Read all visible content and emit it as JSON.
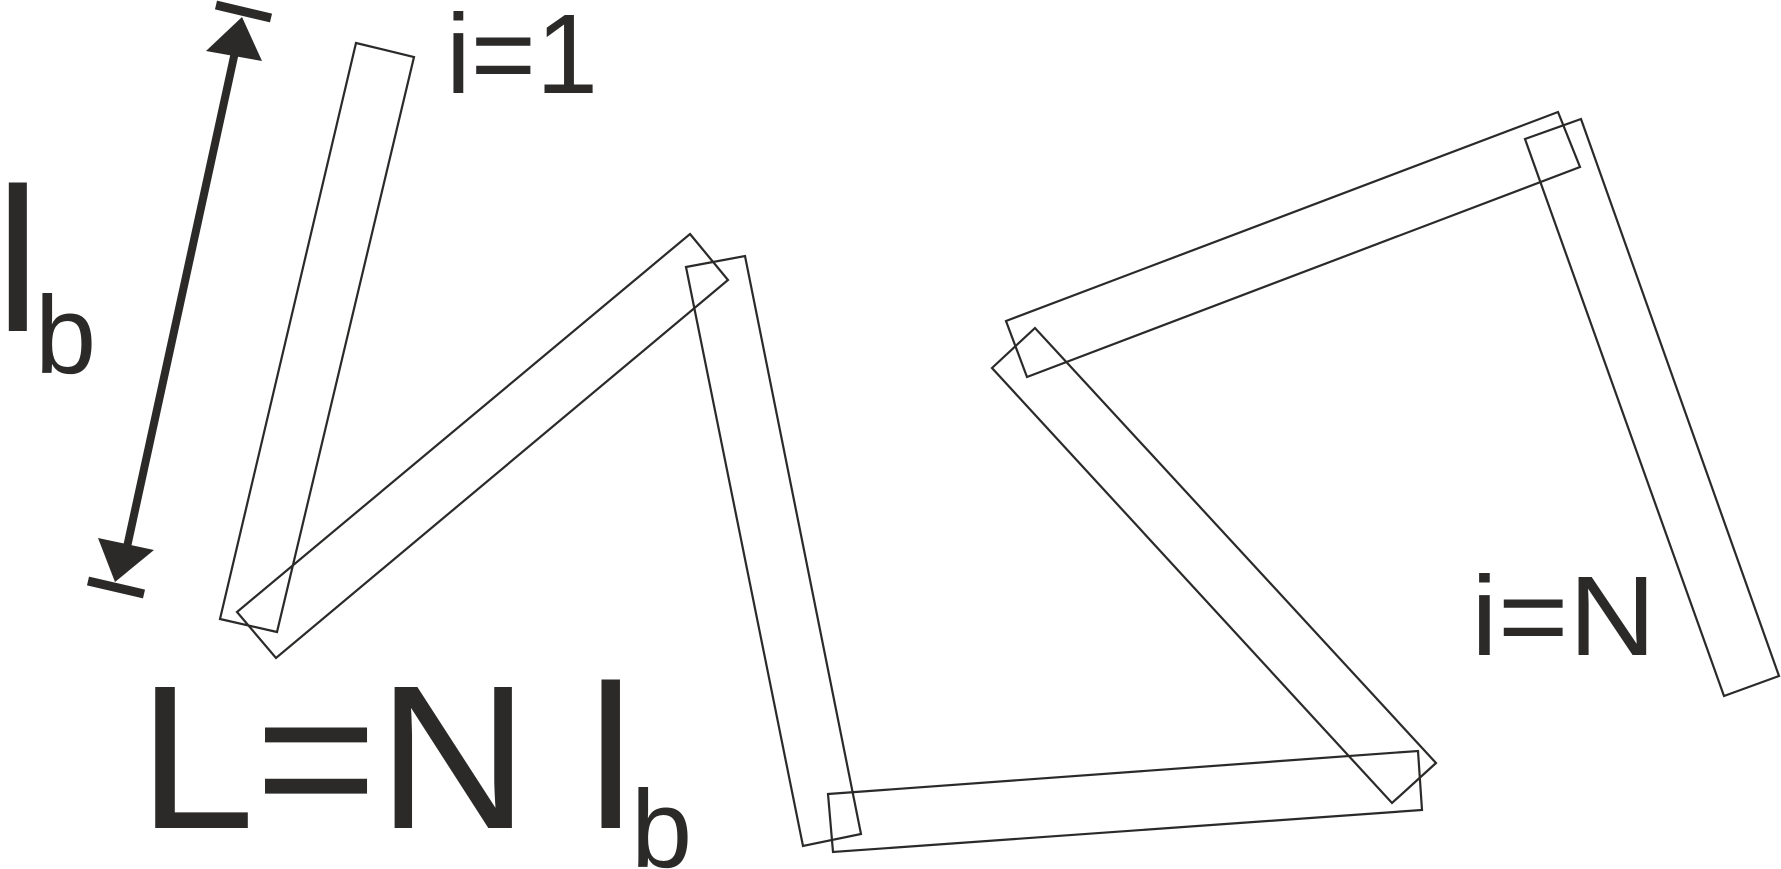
{
  "labels": {
    "first_bond": "i=1",
    "last_bond": "i=N",
    "bond_length_symbol": "l",
    "bond_length_subscript": "b",
    "contour_length_lhs": "L=N l",
    "contour_length_subscript": "b"
  },
  "colors": {
    "ink": "#2b2a29",
    "background": "#ffffff"
  }
}
